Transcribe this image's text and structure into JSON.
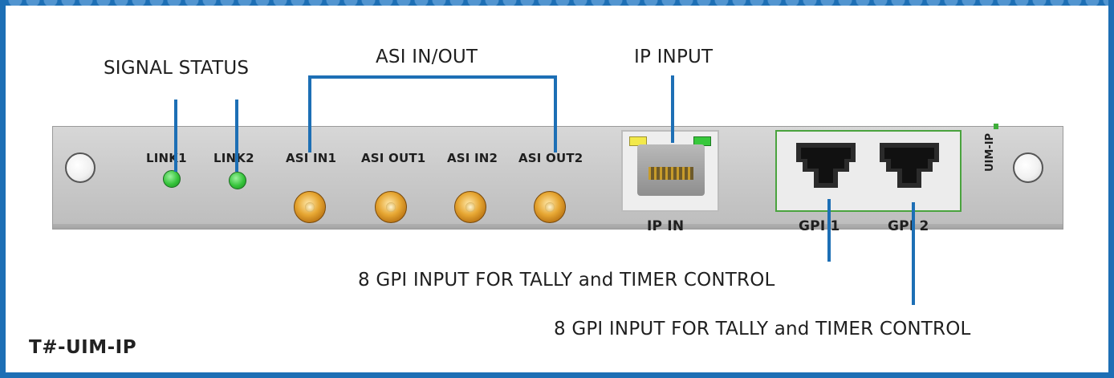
{
  "callouts": {
    "signal_status": "SIGNAL STATUS",
    "asi_in_out": "ASI IN/OUT",
    "ip_input": "IP INPUT",
    "gpi1_desc": "8 GPI INPUT FOR TALLY and TIMER CONTROL",
    "gpi2_desc": "8 GPI INPUT FOR TALLY and TIMER CONTROL"
  },
  "product_name": "T#-UIM-IP",
  "panel": {
    "labels": {
      "link1": "LINK1",
      "link2": "LINK2",
      "asi_in1": "ASI IN1",
      "asi_out1": "ASI OUT1",
      "asi_in2": "ASI IN2",
      "asi_out2": "ASI OUT2",
      "ip_in": "IP IN",
      "gpi1": "GPI 1",
      "gpi2": "GPI 2",
      "module": "UIM-IP"
    }
  },
  "colors": {
    "frame": "#1d6fb5",
    "leader_lines": "#1d6fb5",
    "led_green": "#35c33a",
    "bnc_gold": "#e6a632",
    "panel_gray": "#c8c8c8"
  },
  "icons": {
    "led": "green-led-indicator",
    "bnc": "bnc-connector",
    "rj45": "rj45-ethernet-port",
    "gpi": "rj45-gpi-port",
    "screw": "panel-screw"
  }
}
